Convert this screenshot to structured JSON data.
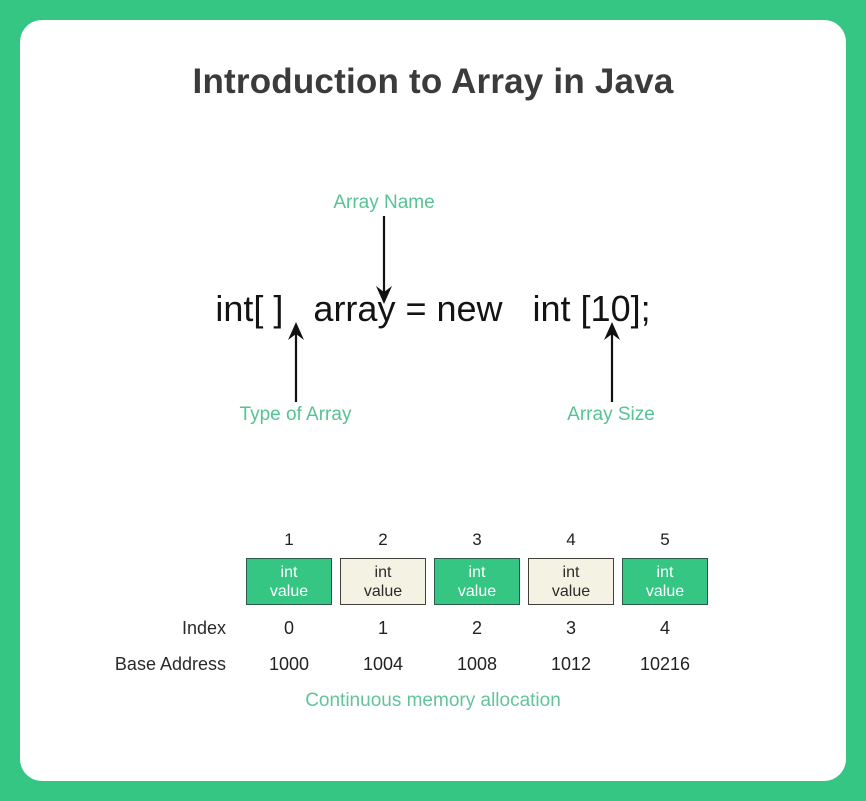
{
  "page": {
    "title": "Introduction to Array in Java",
    "background_color": "#35c684",
    "card_color": "#ffffff",
    "accent_green": "#57c394",
    "cell_green": "#35c684",
    "cell_cream": "#f4f3e3",
    "title_color": "#3b3b3b"
  },
  "declaration": {
    "code": "int[ ]   array = new   int [10];",
    "annotations": {
      "array_name": "Array Name",
      "type_of_array": "Type of Array",
      "array_size": "Array Size"
    },
    "arrows": {
      "array_name_icon": "arrow-down-icon",
      "type_of_array_icon": "arrow-up-icon",
      "array_size_icon": "arrow-up-icon"
    }
  },
  "memory": {
    "cell_numbers": [
      "1",
      "2",
      "3",
      "4",
      "5"
    ],
    "cells": [
      {
        "line1": "int",
        "line2": "value",
        "style": "green"
      },
      {
        "line1": "int",
        "line2": "value",
        "style": "cream"
      },
      {
        "line1": "int",
        "line2": "value",
        "style": "green"
      },
      {
        "line1": "int",
        "line2": "value",
        "style": "cream"
      },
      {
        "line1": "int",
        "line2": "value",
        "style": "green"
      }
    ],
    "index_label": "Index",
    "index_values": [
      "0",
      "1",
      "2",
      "3",
      "4"
    ],
    "address_label": "Base Address",
    "address_values": [
      "1000",
      "1004",
      "1008",
      "1012",
      "10216"
    ],
    "caption": "Continuous memory allocation"
  }
}
